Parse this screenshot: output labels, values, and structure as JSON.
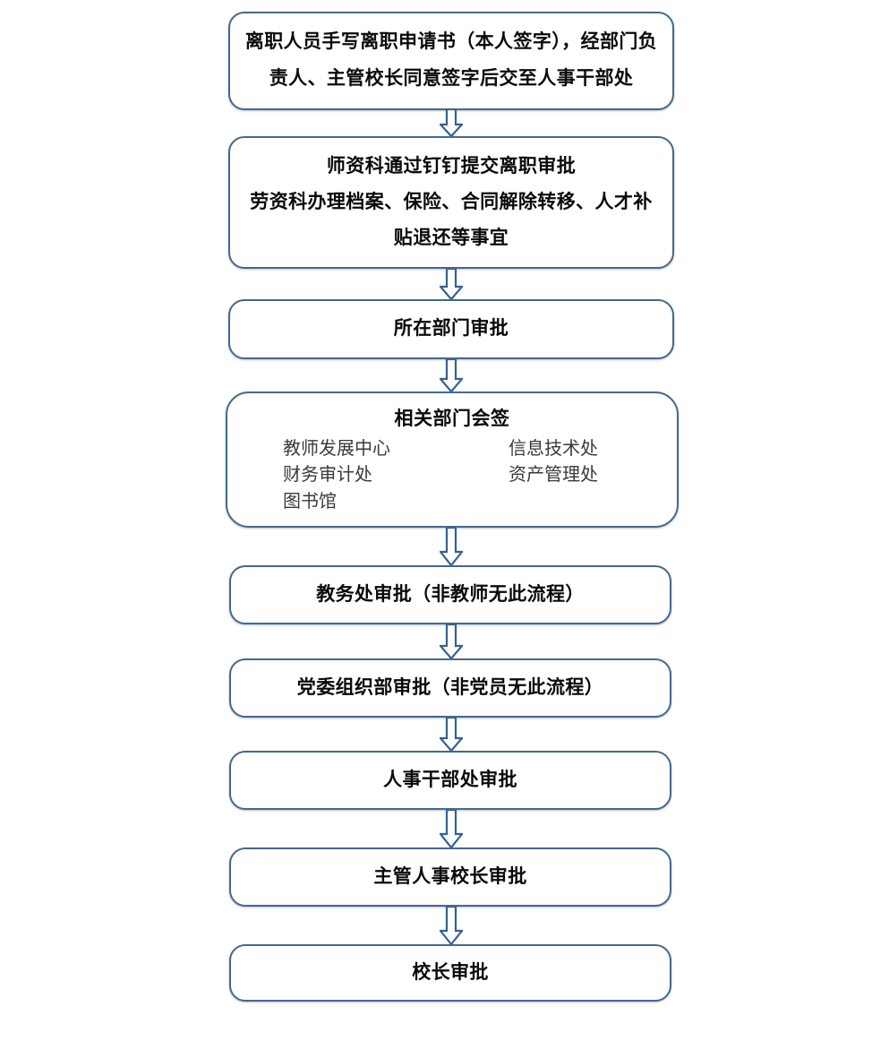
{
  "diagram": {
    "type": "flowchart",
    "orientation": "vertical",
    "colors": {
      "node_border": "#45688e",
      "node_fill": "#ffffff",
      "arrow_stroke": "#36618e",
      "arrow_fill": "#ffffff",
      "text": "#0a0a0a",
      "dept_text": "#3a3a3a"
    },
    "nodes": [
      {
        "id": "node-1",
        "name": "resignation-application-step",
        "lines": [
          "离职人员手写离职申请书（本人签字），经部门负",
          "责人、主管校长同意签字后交至人事干部处"
        ]
      },
      {
        "id": "node-2",
        "name": "submit-via-dingtalk-step",
        "lines": [
          "师资科通过钉钉提交离职审批",
          "劳资科办理档案、保险、合同解除转移、人才补",
          "贴退还等事宜"
        ]
      },
      {
        "id": "node-3",
        "name": "department-approval-step",
        "lines": [
          "所在部门审批"
        ]
      },
      {
        "id": "node-4",
        "name": "related-departments-cosign-step",
        "title": "相关部门会签",
        "departments": [
          [
            "教师发展中心",
            "信息技术处"
          ],
          [
            "财务审计处",
            "资产管理处"
          ],
          [
            "图书馆",
            ""
          ]
        ]
      },
      {
        "id": "node-5",
        "name": "academic-affairs-approval-step",
        "lines": [
          "教务处审批（非教师无此流程）"
        ]
      },
      {
        "id": "node-6",
        "name": "party-committee-approval-step",
        "lines": [
          "党委组织部审批（非党员无此流程）"
        ]
      },
      {
        "id": "node-7",
        "name": "personnel-office-approval-step",
        "lines": [
          "人事干部处审批"
        ]
      },
      {
        "id": "node-8",
        "name": "vice-president-approval-step",
        "lines": [
          "主管人事校长审批"
        ]
      },
      {
        "id": "node-9",
        "name": "president-approval-step",
        "lines": [
          "校长审批"
        ]
      }
    ],
    "connectors": [
      {
        "id": "arrow-1",
        "name": "arrow-node1-to-node2"
      },
      {
        "id": "arrow-2",
        "name": "arrow-node2-to-node3"
      },
      {
        "id": "arrow-3",
        "name": "arrow-node3-to-node4"
      },
      {
        "id": "arrow-4",
        "name": "arrow-node4-to-node5"
      },
      {
        "id": "arrow-5",
        "name": "arrow-node5-to-node6"
      },
      {
        "id": "arrow-6",
        "name": "arrow-node6-to-node7"
      },
      {
        "id": "arrow-7",
        "name": "arrow-node7-to-node8"
      },
      {
        "id": "arrow-8",
        "name": "arrow-node8-to-node9"
      }
    ]
  }
}
